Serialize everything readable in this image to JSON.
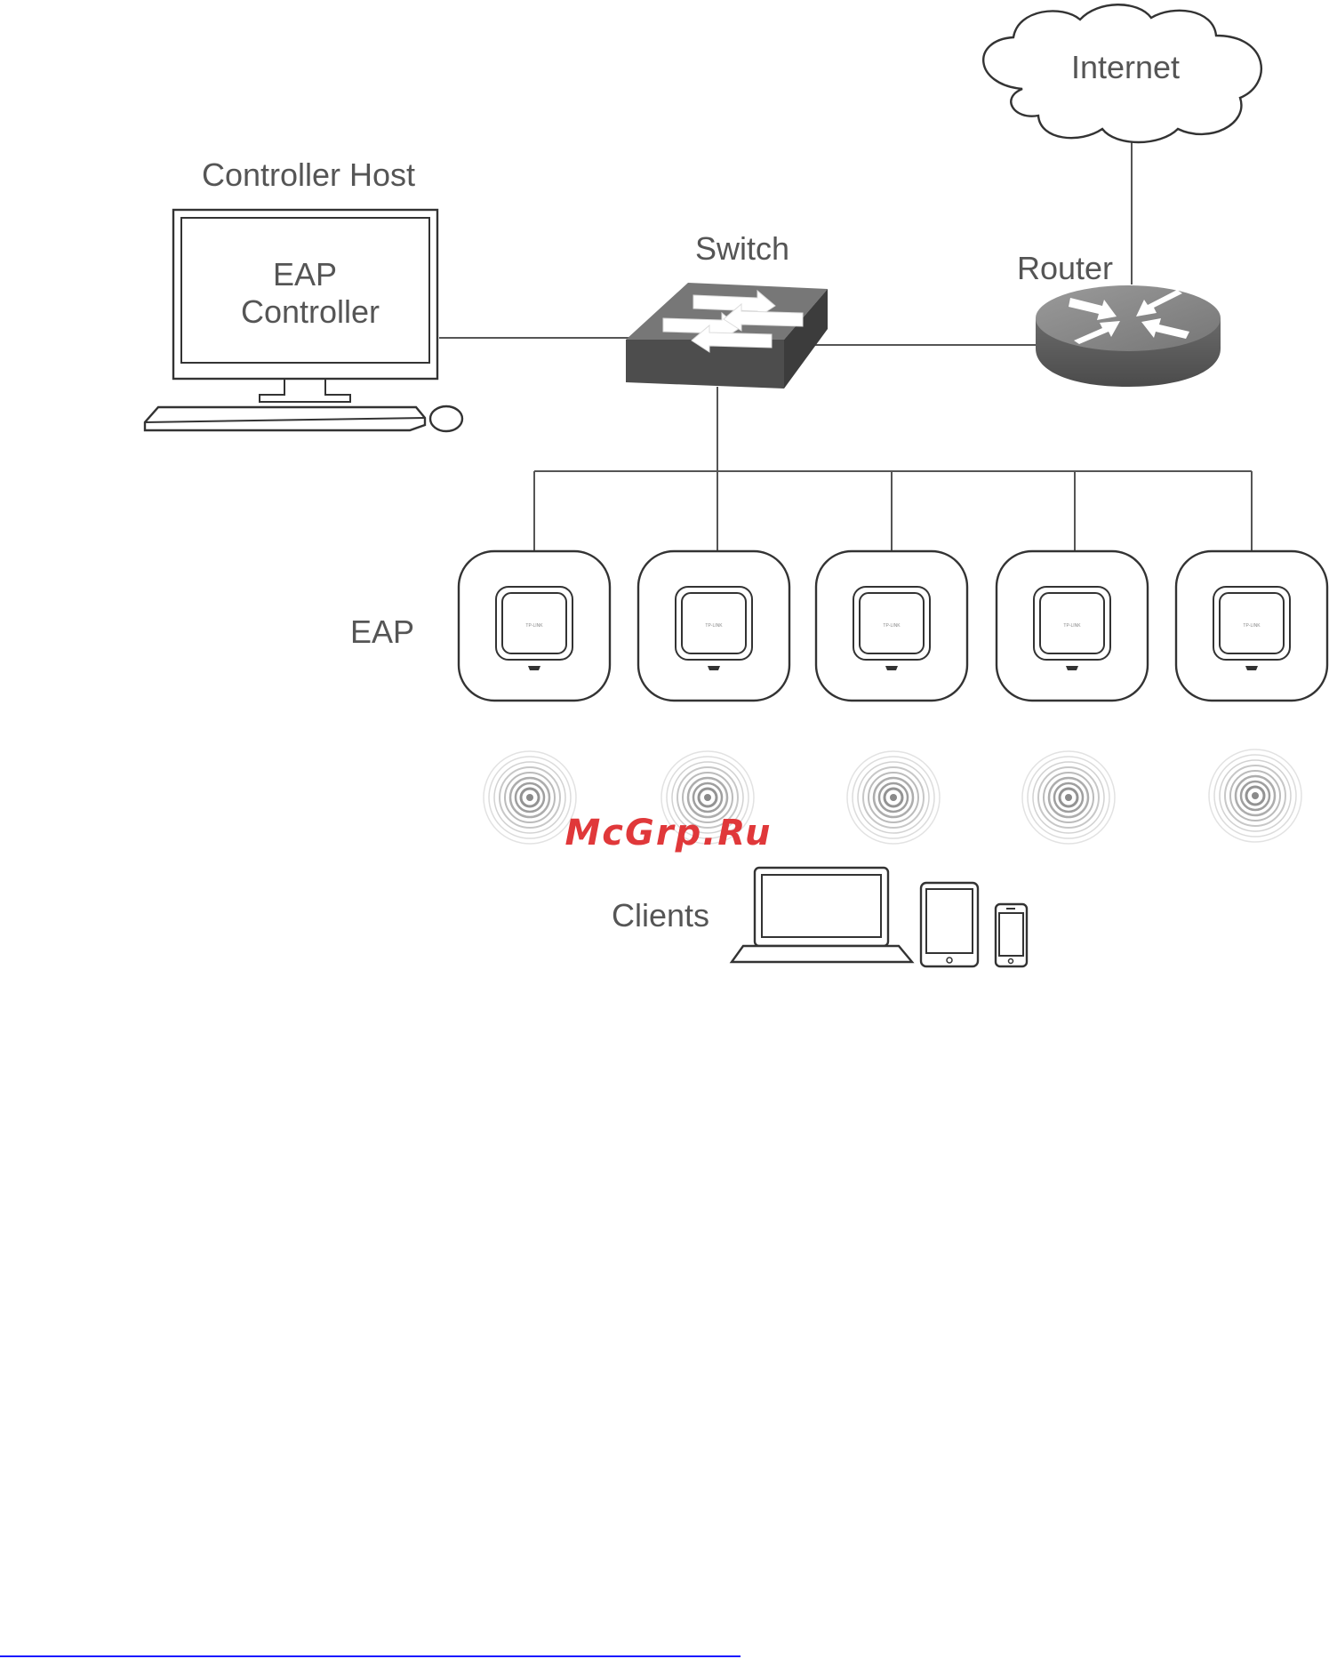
{
  "labels": {
    "internet": "Internet",
    "controller_host": "Controller Host",
    "eap_controller_line1": "EAP",
    "eap_controller_line2": "Controller",
    "switch": "Switch",
    "router": "Router",
    "eap": "EAP",
    "clients": "Clients"
  },
  "ap_brand_labels": [
    "TP-LINK",
    "TP-LINK",
    "TP-LINK",
    "TP-LINK",
    "TP-LINK"
  ],
  "watermark": "McGrp.Ru",
  "colors": {
    "text": "#555555",
    "line": "#555555",
    "device_outline": "#333333",
    "switch_top": "#6b6b6b",
    "switch_front": "#4a4a4a",
    "router_top": "#8a8a8a",
    "router_side": "#5c5c5c",
    "watermark": "#e0383a",
    "footer_link": "#1a1aff"
  }
}
